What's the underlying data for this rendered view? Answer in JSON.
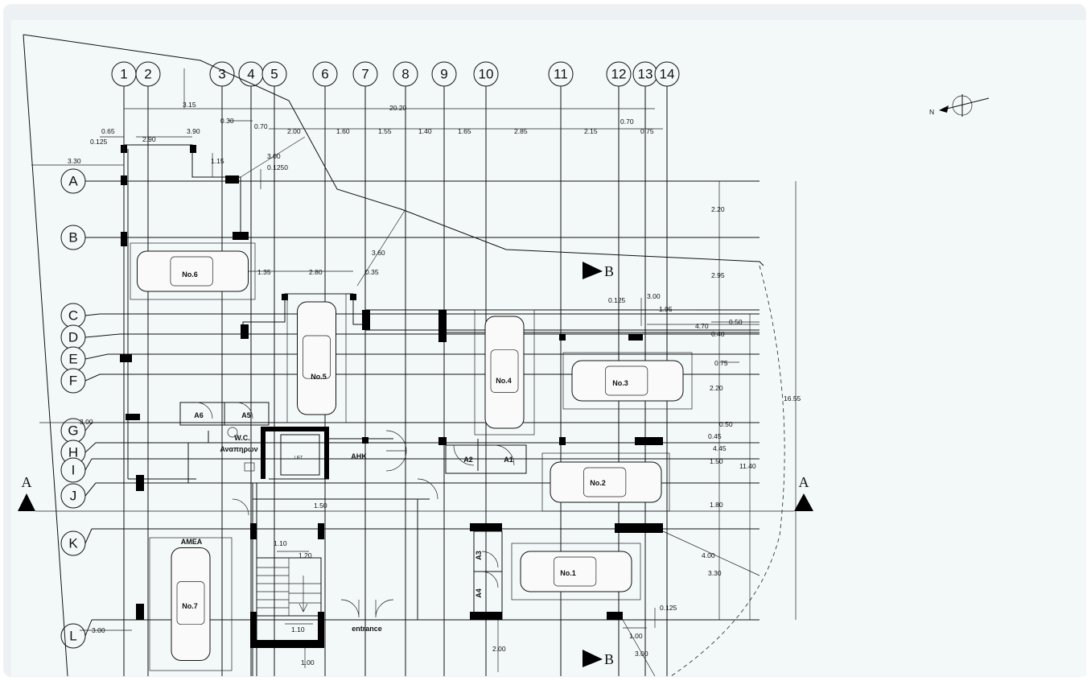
{
  "grid": {
    "columns": [
      "1",
      "2",
      "3",
      "4",
      "5",
      "6",
      "7",
      "8",
      "9",
      "10",
      "11",
      "12",
      "13",
      "14"
    ],
    "rows": [
      "A",
      "B",
      "C",
      "D",
      "E",
      "F",
      "G",
      "H",
      "I",
      "J",
      "K",
      "L"
    ]
  },
  "dimensions": {
    "top_total": "20.20",
    "top_315": "3.15",
    "top_030": "0.30",
    "top_070": "0.70",
    "top_070b": "0.70",
    "top_065": "0.65",
    "top_0125": "0.125",
    "top_290": "2.90",
    "top_390": "3.90",
    "top_200": "2.00",
    "top_160": "1.60",
    "top_155": "1.55",
    "top_140": "1.40",
    "top_165": "1.65",
    "top_285": "2.85",
    "top_215": "2.15",
    "top_075": "0.75",
    "left_330": "3.30",
    "d_115": "1.15",
    "d_300a": "3.00",
    "d_01250": "0.1250",
    "d_360": "3.60",
    "d_035": "0.35",
    "d_135": "1.35",
    "d_280": "2.80",
    "d_300g": "3.00",
    "d_150mid": "1.50",
    "d_110a": "1.10",
    "d_120": "1.20",
    "d_110b": "1.10",
    "d_100a": "1.00",
    "d_300L": "3.00",
    "d_200": "2.00",
    "d_100b": "1.00",
    "d_300b": "3.00",
    "d_0125b": "0.125",
    "r_220a": "2.20",
    "r_295": "2.95",
    "r_0125": "0.125",
    "r_300": "3.00",
    "r_195": "1.95",
    "r_470": "4.70",
    "r_050a": "0.50",
    "r_040": "0.40",
    "r_075": "0.75",
    "r_220b": "2.20",
    "r_050b": "0.50",
    "r_045": "0.45",
    "r_445": "4.45",
    "r_150": "1.50",
    "r_1140": "11.40",
    "r_180": "1.80",
    "r_400": "4.00",
    "r_330": "3.30",
    "r_1655": "16.55"
  },
  "labels": {
    "car6": "No.6",
    "car5": "No.5",
    "car4": "No.4",
    "car3": "No.3",
    "car2": "No.2",
    "car1": "No.1",
    "car7": "No.7",
    "amea": "AMEA",
    "wc": "W.C.",
    "wc2": "Αναπηρων",
    "lift": "LIFT",
    "ahk": "AHK",
    "entrance": "entrance",
    "a1": "A1",
    "a2": "A2",
    "a3": "A3",
    "a4": "A4",
    "a5": "A5",
    "a6": "A6",
    "section_a": "A",
    "section_b": "B",
    "north": "N"
  }
}
